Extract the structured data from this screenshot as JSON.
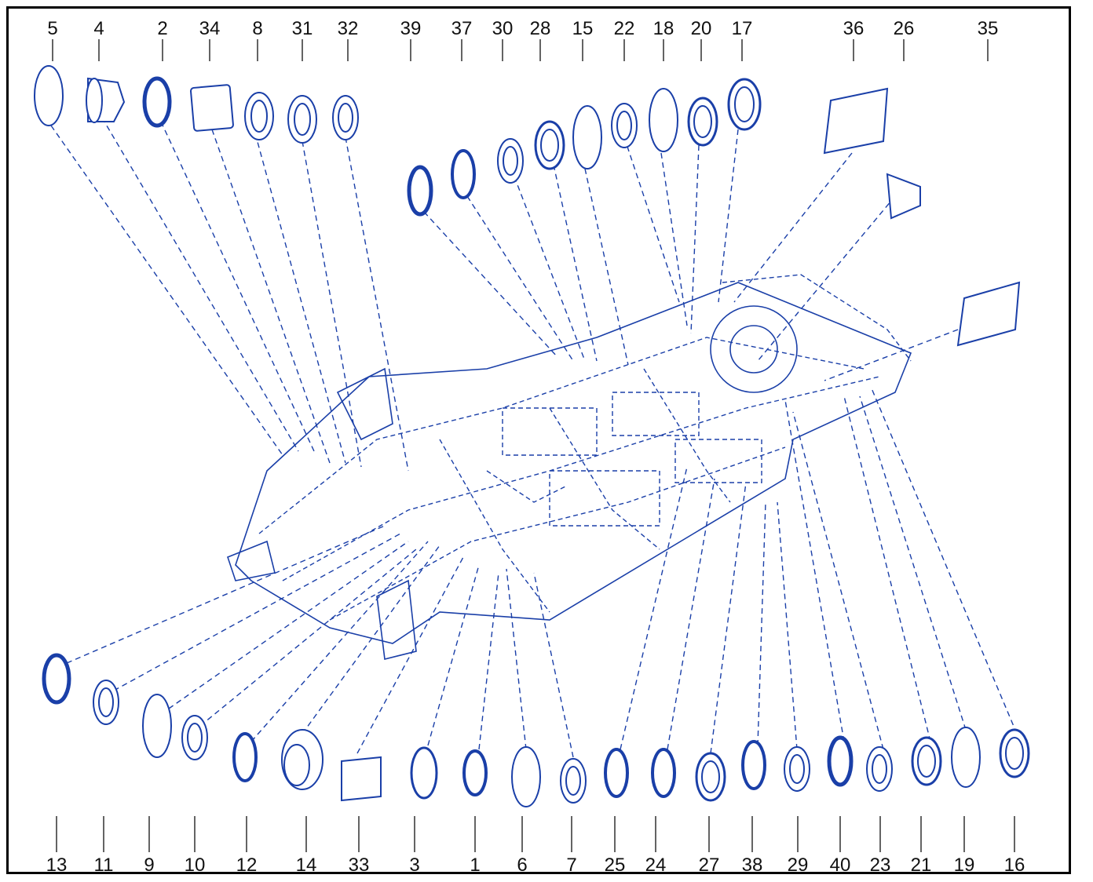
{
  "diagram": {
    "top_labels": [
      "5",
      "4",
      "2",
      "34",
      "8",
      "31",
      "32",
      "39",
      "37",
      "30",
      "28",
      "15",
      "22",
      "18",
      "20",
      "17",
      "36",
      "26",
      "35"
    ],
    "bottom_labels": [
      "13",
      "11",
      "9",
      "10",
      "12",
      "14",
      "33",
      "3",
      "1",
      "6",
      "7",
      "25",
      "24",
      "27",
      "38",
      "29",
      "40",
      "23",
      "21",
      "19",
      "16"
    ]
  },
  "colors": {
    "line": "#1a3fa8",
    "text": "#111111",
    "border": "#000000"
  }
}
